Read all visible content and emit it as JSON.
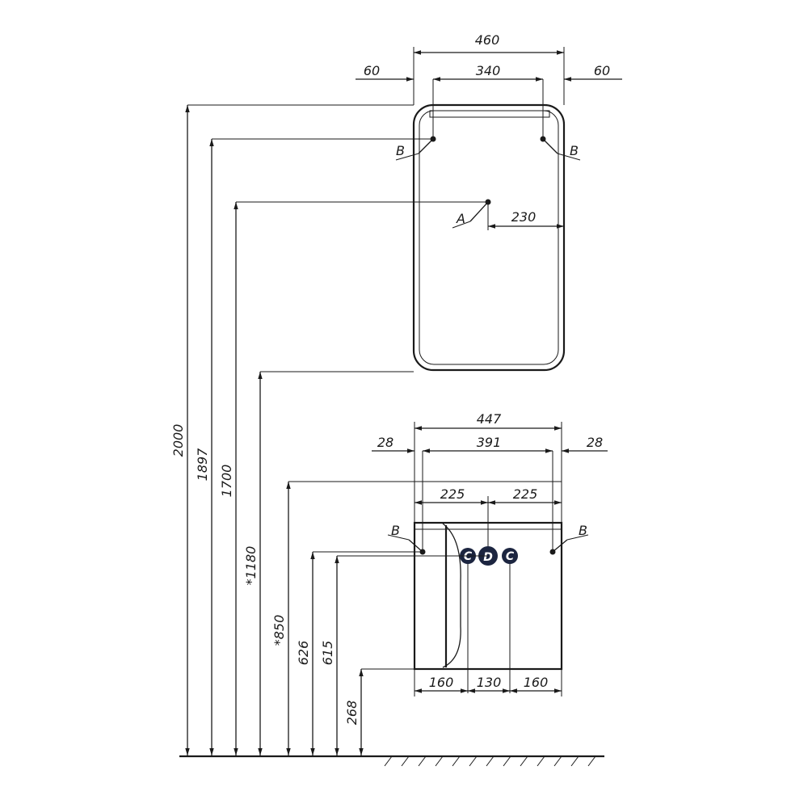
{
  "mirror": {
    "width_total": "460",
    "inner_width": "340",
    "side_left": "60",
    "side_right": "60",
    "fixing_label_left": "B",
    "fixing_label_right": "B",
    "socket_label": "A",
    "socket_offset": "230"
  },
  "cabinet": {
    "width_total": "447",
    "inner_width": "391",
    "side_left": "28",
    "side_right": "28",
    "center_left": "225",
    "center_right": "225",
    "fixing_label_left": "B",
    "fixing_label_right": "B",
    "bottom_left": "160",
    "bottom_mid": "130",
    "bottom_right": "160",
    "connection_labels": [
      "C",
      "D",
      "C"
    ]
  },
  "heights": [
    "2000",
    "1897",
    "1700",
    "*1180",
    "*850",
    "626",
    "615",
    "268"
  ],
  "colors": {
    "line": "#1a1a1a",
    "bubble": "#1c2540"
  }
}
